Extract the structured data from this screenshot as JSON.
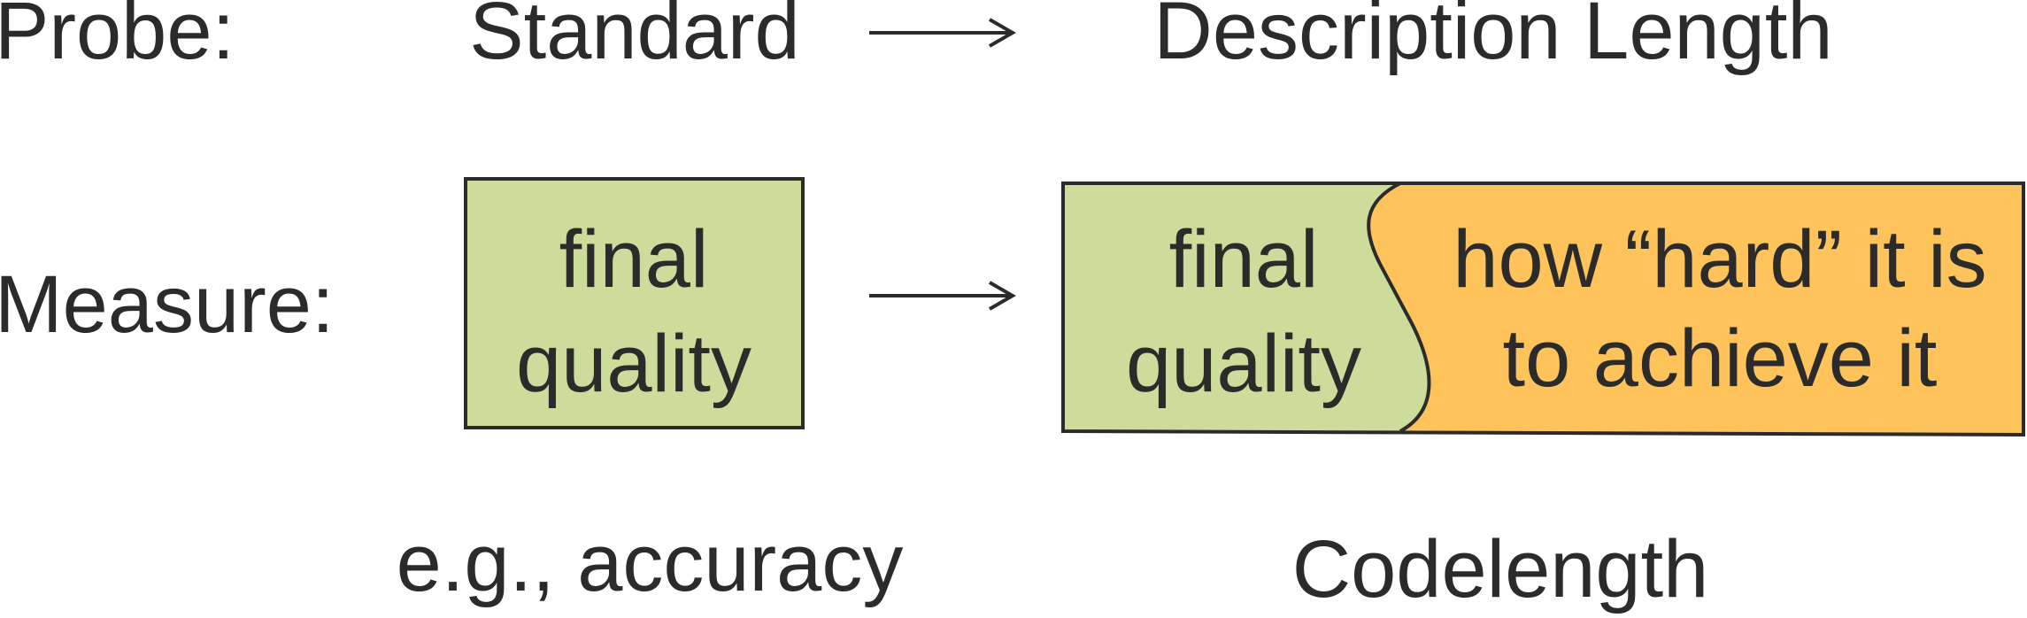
{
  "rows": {
    "probe_label": "Probe:",
    "measure_label": "Measure:"
  },
  "columns": {
    "standard_title": "Standard",
    "mdl_title": "Description Length"
  },
  "standard_box": {
    "line1": "final",
    "line2": "quality",
    "caption": "e.g., accuracy",
    "color": "#cddb9b"
  },
  "mdl_box": {
    "left_line1": "final",
    "left_line2": "quality",
    "right_line1": "how “hard” it is",
    "right_line2": "to achieve it",
    "caption": "Codelength",
    "left_color": "#cddb9b",
    "right_color": "#fec45b"
  },
  "colors": {
    "text": "#2b2b2b",
    "stroke": "#2b2b2b"
  }
}
